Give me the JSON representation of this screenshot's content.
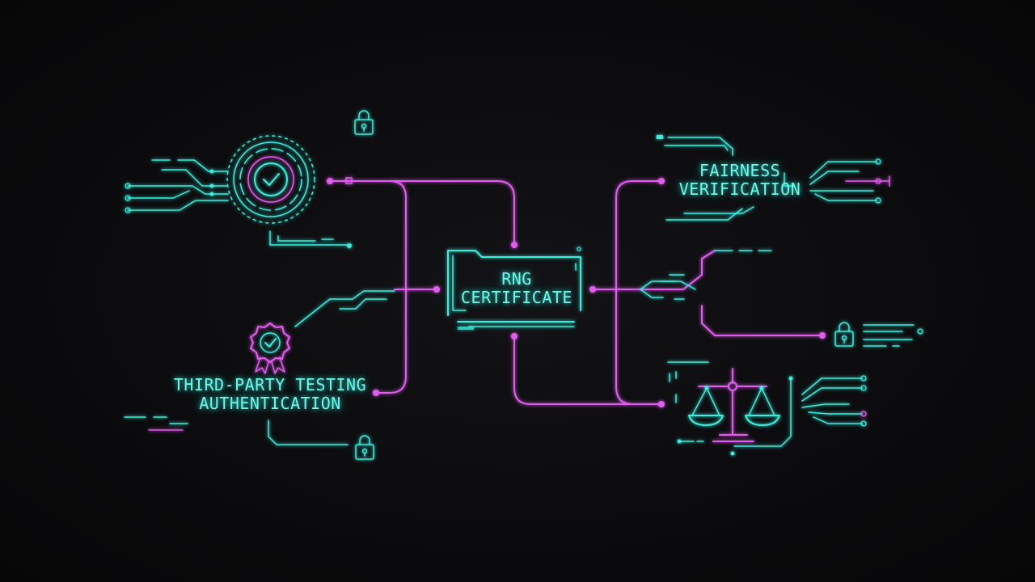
{
  "nodes": {
    "rng_certificate": {
      "line1": "RNG",
      "line2": "CERTIFICATE"
    },
    "fairness_verification": {
      "line1": "FAIRNESS",
      "line2": "VERIFICATION"
    },
    "third_party_testing": {
      "line1": "THIRD-PARTY TESTING",
      "line2": "AUTHENTICATION"
    }
  },
  "icons": [
    "verified-seal-icon",
    "award-badge-icon",
    "balance-scale-icon",
    "padlock-icon"
  ],
  "colors": {
    "background": "#0b0b0d",
    "cyan_accent": "#35f0df",
    "magenta_accent": "#e25cf0"
  }
}
